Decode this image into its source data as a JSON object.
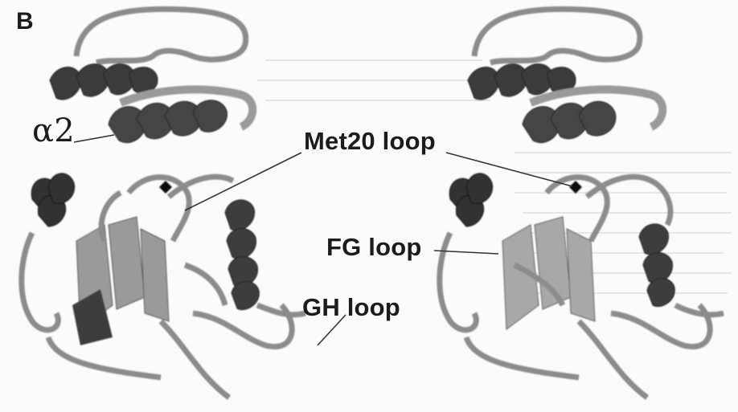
{
  "figure": {
    "panel_label": "B",
    "labels": {
      "alpha2": "α2",
      "met20_loop": "Met20 loop",
      "fg_loop": "FG loop",
      "gh_loop": "GH loop"
    },
    "colors": {
      "helix_dark": "#3a3a3a",
      "helix_mid": "#6e6e6e",
      "sheet": "#9a9a9a",
      "coil": "#8c8c8c",
      "background": "#fbfbfb",
      "text": "#1c1c1c"
    }
  }
}
